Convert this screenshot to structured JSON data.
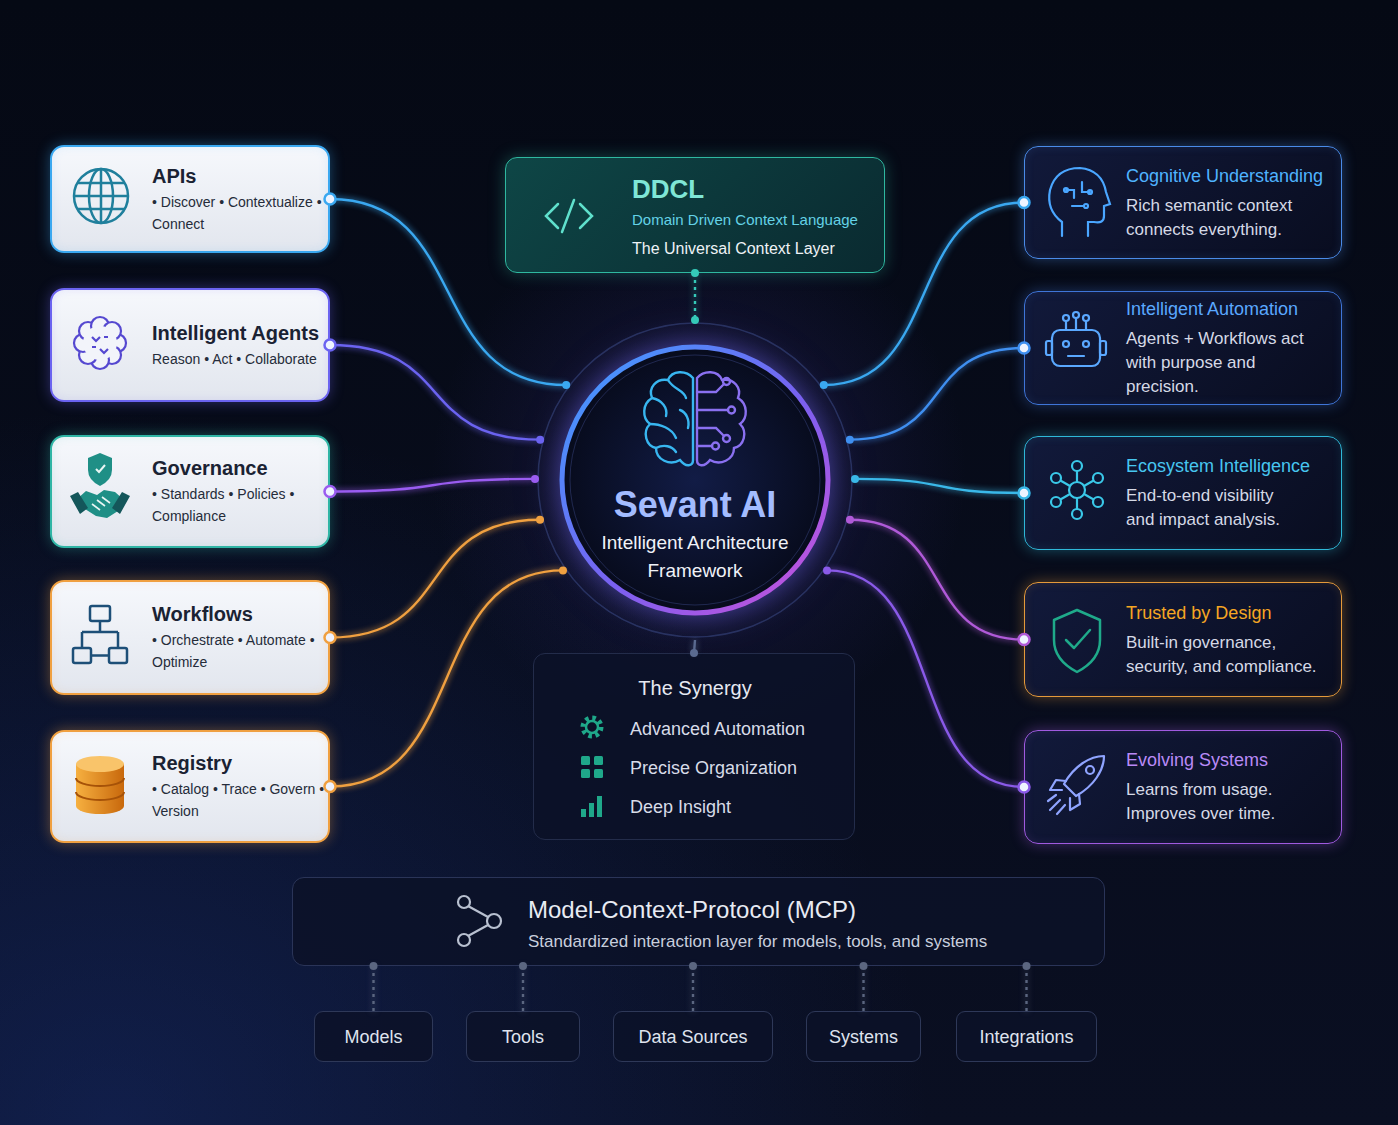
{
  "diagram": {
    "nodes": [
      {
        "text": [
          "Sevant AI",
          "Intelligent Architecture Framework"
        ]
      },
      {
        "text": [
          "DDCL",
          "Domain Driven Context Language",
          "The Universal Context Layer"
        ]
      },
      {
        "text": [
          "APIs",
          "• Discover • Contextualize • Connect"
        ]
      },
      {
        "text": [
          "Intelligent Agents",
          "Reason • Act • Collaborate"
        ]
      },
      {
        "text": [
          "Governance",
          "• Standards • Policies • Compliance"
        ]
      },
      {
        "text": [
          "Workflows",
          "• Orchestrate • Automate • Optimize"
        ]
      },
      {
        "text": [
          "Registry",
          "• Catalog • Trace • Govern • Version"
        ]
      },
      {
        "text": [
          "Cognitive Understanding",
          "Rich semantic context connects everything."
        ]
      },
      {
        "text": [
          "Intelligent Automation",
          "Agents + Workflows act with purpose and precision."
        ]
      },
      {
        "text": [
          "Ecosystem Intelligence",
          "End-to-end visibility and impact analysis."
        ]
      },
      {
        "text": [
          "Trusted by Design",
          "Built-in governance, security, and compliance."
        ]
      },
      {
        "text": [
          "Evolving Systems",
          "Learns from usage. Improves over time."
        ]
      },
      {
        "text": [
          "The Synergy",
          "Advanced Automation",
          "Precise Organization",
          "Deep Insight"
        ]
      },
      {
        "text": [
          "Model-Context-Protocol (MCP)",
          "Standardized interaction layer for models, tools, and systems"
        ]
      },
      {
        "text": [
          "Models"
        ]
      },
      {
        "text": [
          "Tools"
        ]
      },
      {
        "text": [
          "Data Sources"
        ]
      },
      {
        "text": [
          "Systems"
        ]
      },
      {
        "text": [
          "Integrations"
        ]
      }
    ],
    "edges": [
      {
        "from": 1,
        "to": 0,
        "arrow": "none"
      },
      {
        "from": 2,
        "to": 0,
        "arrow": "none"
      },
      {
        "from": 3,
        "to": 0,
        "arrow": "none"
      },
      {
        "from": 4,
        "to": 0,
        "arrow": "none"
      },
      {
        "from": 5,
        "to": 0,
        "arrow": "none"
      },
      {
        "from": 6,
        "to": 0,
        "arrow": "none"
      },
      {
        "from": 0,
        "to": 7,
        "arrow": "none"
      },
      {
        "from": 0,
        "to": 8,
        "arrow": "none"
      },
      {
        "from": 0,
        "to": 9,
        "arrow": "none"
      },
      {
        "from": 0,
        "to": 10,
        "arrow": "none"
      },
      {
        "from": 0,
        "to": 11,
        "arrow": "none"
      },
      {
        "from": 0,
        "to": 12,
        "arrow": "none"
      },
      {
        "from": 13,
        "to": 14,
        "arrow": "none"
      },
      {
        "from": 13,
        "to": 15,
        "arrow": "none"
      },
      {
        "from": 13,
        "to": 16,
        "arrow": "none"
      },
      {
        "from": 13,
        "to": 17,
        "arrow": "none"
      },
      {
        "from": 13,
        "to": 18,
        "arrow": "none"
      }
    ]
  }
}
